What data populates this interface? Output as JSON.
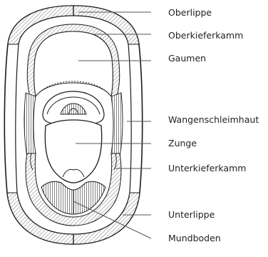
{
  "labels": {
    "oberlippe": "Oberlippe",
    "oberkieferkamm": "Oberkieferkamm",
    "gaumen": "Gaumen",
    "wangenschleimhaut": "Wangenschleimhaut",
    "zunge": "Zunge",
    "unterkieferkamm": "Unterkieferkamm",
    "unterlippe": "Unterlippe",
    "mundboden": "Mundboden"
  },
  "colors": {
    "ink": "#1a1a1a",
    "line": "#555555",
    "hatch": "#8a8a8a",
    "text": "#222222"
  }
}
